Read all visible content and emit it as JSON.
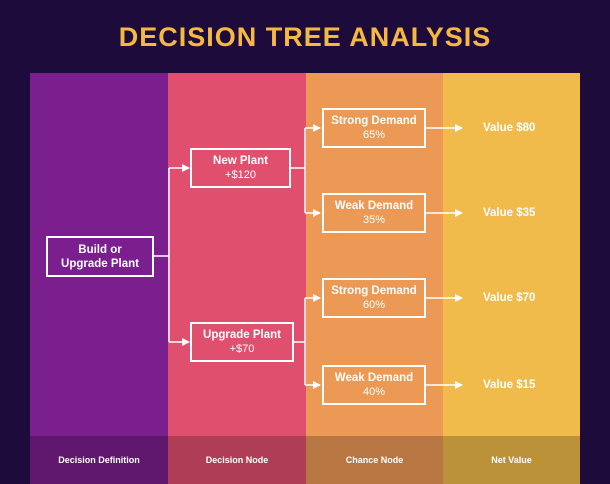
{
  "title": "DECISION TREE ANALYSIS",
  "colors": {
    "background": "#1d0b3c",
    "title": "#f5b940",
    "col_definition": "#7b1f8f",
    "col_decision": "#e14f6e",
    "col_chance": "#ec9955",
    "col_value": "#f0bb4b"
  },
  "columns": [
    {
      "label": "Decision Definition"
    },
    {
      "label": "Decision Node"
    },
    {
      "label": "Chance Node"
    },
    {
      "label": "Net Value"
    }
  ],
  "root": {
    "line1": "Build or",
    "line2": "Upgrade Plant"
  },
  "decisions": [
    {
      "label": "New Plant",
      "cost": "+$120"
    },
    {
      "label": "Upgrade Plant",
      "cost": "+$70"
    }
  ],
  "chances": [
    {
      "label": "Strong Demand",
      "prob": "65%"
    },
    {
      "label": "Weak Demand",
      "prob": "35%"
    },
    {
      "label": "Strong Demand",
      "prob": "60%"
    },
    {
      "label": "Weak Demand",
      "prob": "40%"
    }
  ],
  "values": [
    {
      "label": "Value $80"
    },
    {
      "label": "Value $35"
    },
    {
      "label": "Value $70"
    },
    {
      "label": "Value $15"
    }
  ]
}
